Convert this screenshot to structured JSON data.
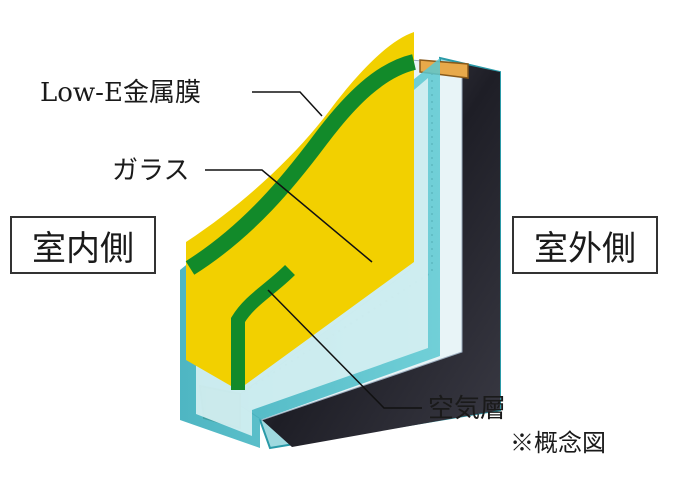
{
  "labels": {
    "low_e": "Low-E金属膜",
    "glass": "ガラス",
    "air_layer": "空気層",
    "indoor": "室内側",
    "outdoor": "室外側",
    "note": "※概念図"
  },
  "colors": {
    "low_e_film": "#f2d000",
    "glass_teal": "#3fb8c4",
    "green_band": "#128a2a",
    "spacer": "#e8a94a",
    "dark_glass": "#2b2b33"
  }
}
